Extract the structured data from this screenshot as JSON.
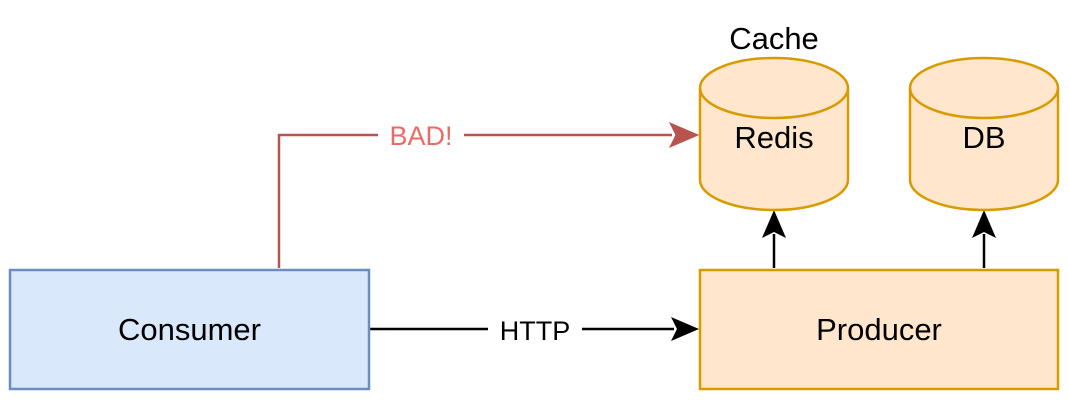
{
  "nodes": {
    "consumer": {
      "label": "Consumer",
      "fill": "#dae8fc",
      "stroke": "#6c8ebf"
    },
    "producer": {
      "label": "Producer",
      "fill": "#ffe6cc",
      "stroke": "#d79b00"
    },
    "redis": {
      "label": "Redis",
      "caption": "Cache",
      "fill": "#ffe6cc",
      "stroke": "#d79b00"
    },
    "db": {
      "label": "DB",
      "fill": "#ffe6cc",
      "stroke": "#d79b00"
    }
  },
  "edges": {
    "http": {
      "label": "HTTP",
      "color": "#000000"
    },
    "bad": {
      "label": "BAD!",
      "color": "#b85450",
      "label_color": "#ea6b66"
    },
    "producer_to_redis": {
      "color": "#000000"
    },
    "producer_to_db": {
      "color": "#000000"
    }
  }
}
